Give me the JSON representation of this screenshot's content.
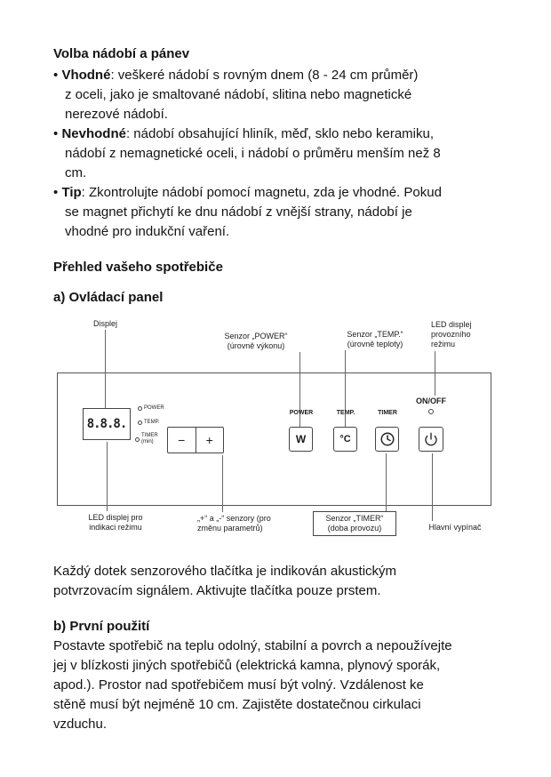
{
  "bullet_char": "•",
  "s1": {
    "heading": "Volba nádobí a pánev",
    "bullets": [
      {
        "bold": "Vhodné",
        "text": ": veškeré nádobí s rovným dnem (8 - 24 cm průměr)\nz oceli, jako je smaltované nádobí, slitina nebo magnetické\nnerezové nádobí."
      },
      {
        "bold": "Nevhodné",
        "text": ": nádobí obsahující hliník, měď, sklo nebo keramiku,\nnádobí z nemagnetické oceli, i nádobí o průměru menším než 8\ncm."
      },
      {
        "bold": "Tip",
        "text": ": Zkontrolujte nádobí pomocí magnetu, zda je vhodné. Pokud\nse magnet přichytí ke dnu nádobí z vnější strany, nádobí je\nvhodné pro indukční vaření."
      }
    ]
  },
  "s2": {
    "heading": "Přehled vašeho spotřebiče",
    "sub_a": "a) Ovládací panel"
  },
  "diagram": {
    "labels": {
      "displej": "Displej",
      "senzor_power": "Senzor „POWER“\n(úrovně výkonu)",
      "senzor_temp": "Senzor „TEMP.“\n(úrovně teploty)",
      "led_top": "LED displej\nprovozního\nrežimu",
      "led_bottom": "LED displej pro\nindikaci režimu",
      "plus_minus": "„+“ a „-“ senzory (pro\nzměnu parametrů)",
      "senzor_timer": "Senzor „TIMER“\n(doba provozu)",
      "hlavni_vypinac": "Hlavní vypínač"
    },
    "panel": {
      "display_value": "8.8.8.",
      "indicator_power": "POWER",
      "indicator_temp": "TEMP.",
      "indicator_timer": "TIMER\n(min)",
      "minus": "−",
      "plus": "+",
      "power_label": "POWER",
      "power_symbol": "W",
      "temp_label": "TEMP.",
      "temp_symbol": "°C",
      "timer_label": "TIMER",
      "onoff_label": "ON/OFF"
    }
  },
  "p_touch": "Každý dotek senzorového tlačítka je indikován akustickým\npotvrzovacím signálem. Aktivujte tlačítka pouze prstem.",
  "s3": {
    "heading": "b) První použití",
    "paragraph": "Postavte spotřebič na teplu odolný, stabilní a povrch a nepoužívejte\njej v blízkosti jiných spotřebičů (elektrická kamna, plynový sporák,\napod.). Prostor nad spotřebičem musí být volný. Vzdálenost ke\nstěně musí být nejméně 10 cm. Zajistěte dostatečnou cirkulaci\nvzduchu."
  }
}
